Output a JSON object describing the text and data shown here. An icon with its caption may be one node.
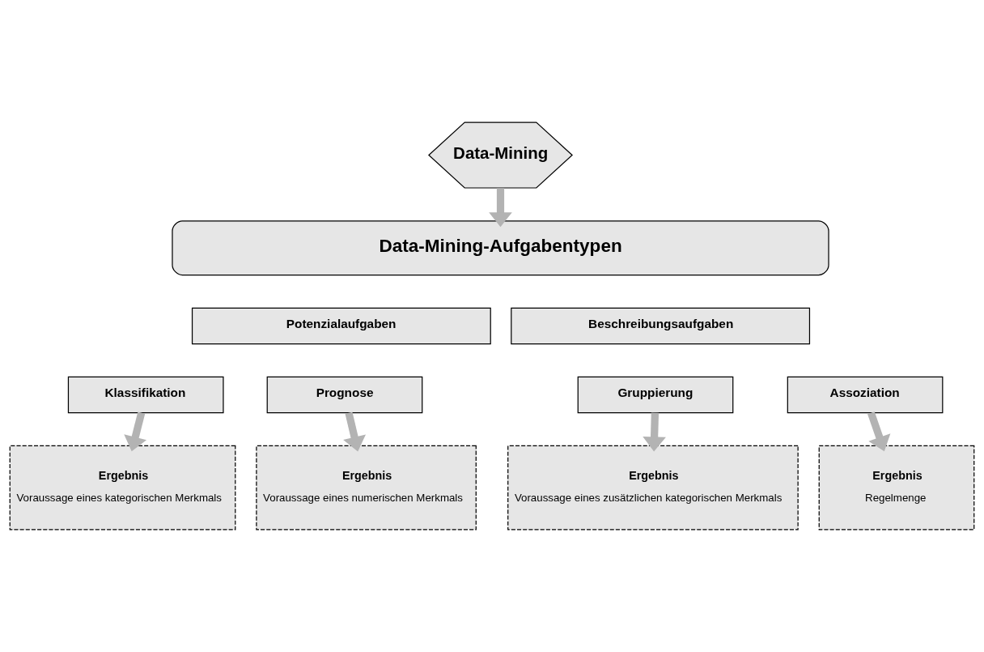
{
  "diagram": {
    "nodes": [
      {
        "text": [
          "Data-Mining"
        ]
      },
      {
        "text": [
          "Data-Mining-Aufgabentypen"
        ]
      },
      {
        "text": [
          "Potenzialaufgaben"
        ]
      },
      {
        "text": [
          "Beschreibungsaufgaben"
        ]
      },
      {
        "text": [
          "Klassifikation"
        ]
      },
      {
        "text": [
          "Prognose"
        ]
      },
      {
        "text": [
          "Gruppierung"
        ]
      },
      {
        "text": [
          "Assoziation"
        ]
      },
      {
        "text": [
          "Ergebnis",
          "Voraussage eines kategorischen Merkmals"
        ]
      },
      {
        "text": [
          "Ergebnis",
          "Voraussage eines numerischen Merkmals"
        ]
      },
      {
        "text": [
          "Ergebnis",
          "Voraussage eines zusätzlichen kategorischen Merkmals"
        ]
      },
      {
        "text": [
          "Ergebnis",
          "Regelmenge"
        ]
      }
    ],
    "edges": [
      {
        "from": 0,
        "to": 1,
        "arrow": "to"
      },
      {
        "from": 4,
        "to": 8,
        "arrow": "to"
      },
      {
        "from": 5,
        "to": 9,
        "arrow": "to"
      },
      {
        "from": 6,
        "to": 10,
        "arrow": "to"
      },
      {
        "from": 7,
        "to": 11,
        "arrow": "to"
      }
    ]
  }
}
